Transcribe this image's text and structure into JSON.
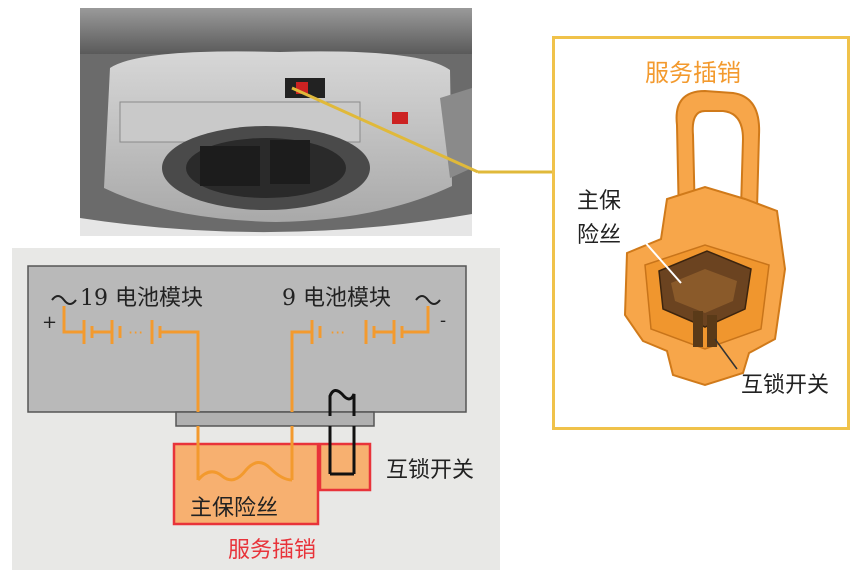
{
  "photo_callout": {
    "title": "服务插销",
    "main_fuse_label_line1": "主保",
    "main_fuse_label_line2": "险丝",
    "interlock_label": "互锁开关"
  },
  "circuit": {
    "left_module_label": "19 电池模块",
    "right_module_label": "9 电池模块",
    "plus_sign": "+",
    "minus_sign": "-",
    "main_fuse_label": "主保险丝",
    "interlock_label": "互锁开关",
    "service_plug_label": "服务插销"
  },
  "colors": {
    "orange": "#f39a2e",
    "red": "#e8333a",
    "callout_border": "#f0c24a",
    "gray_panel": "#b9b9b9"
  }
}
